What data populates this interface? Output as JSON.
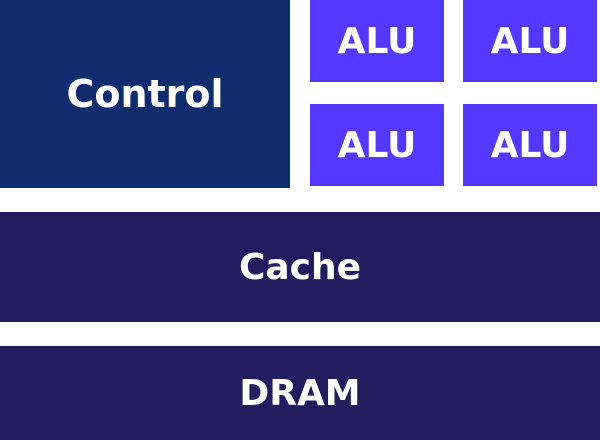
{
  "diagram": {
    "control": {
      "label": "Control"
    },
    "alus": [
      {
        "label": "ALU"
      },
      {
        "label": "ALU"
      },
      {
        "label": "ALU"
      },
      {
        "label": "ALU"
      }
    ],
    "cache": {
      "label": "Cache"
    },
    "dram": {
      "label": "DRAM"
    }
  },
  "colors": {
    "control": "#0f2d6e",
    "alu": "#5538ff",
    "memory": "#221b5e",
    "text": "#ffffff"
  }
}
